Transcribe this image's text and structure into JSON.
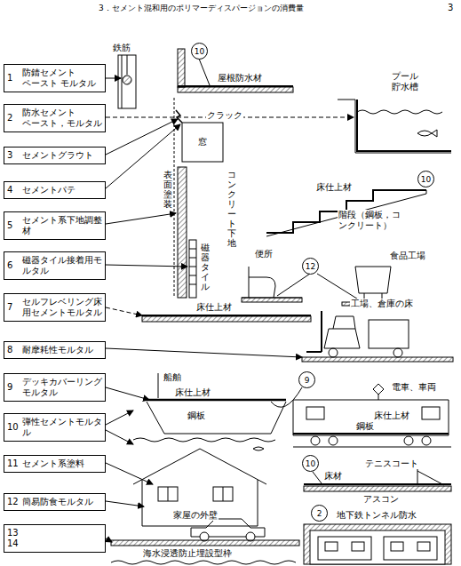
{
  "diagram": {
    "nodes": [
      {
        "text": [
          "1",
          "防錆セメント ペースト モルタル"
        ]
      },
      {
        "text": [
          "2",
          "防水セメント ペースト，モルタル"
        ]
      },
      {
        "text": [
          "3",
          "セメントグラウト"
        ]
      },
      {
        "text": [
          "4",
          "セメントパテ"
        ]
      },
      {
        "text": [
          "5",
          "セメント系下地調整材"
        ]
      },
      {
        "text": [
          "6",
          "磁器タイル接着用モルタル"
        ]
      },
      {
        "text": [
          "7",
          "セルフレベリング床用セメントモルタル"
        ]
      },
      {
        "text": [
          "8",
          "耐摩耗性モルタル"
        ]
      },
      {
        "text": [
          "9",
          "デッキカバーリング モルタル"
        ]
      },
      {
        "text": [
          "10",
          "弾性セメントモルタル"
        ]
      },
      {
        "text": [
          "11",
          "セメント系塗料"
        ]
      },
      {
        "text": [
          "12",
          "簡易防食モルタル"
        ]
      },
      {
        "text": [
          "13",
          "14"
        ]
      },
      {
        "text": [
          "10"
        ]
      },
      {
        "text": [
          "10"
        ]
      },
      {
        "text": [
          "12"
        ]
      },
      {
        "text": [
          "9"
        ]
      },
      {
        "text": [
          "10"
        ]
      },
      {
        "text": [
          "2"
        ]
      }
    ],
    "labels": [
      "3．セメント混和用のポリマーディスパージョンの消費量",
      "3",
      "鉄筋",
      "屋根防水材",
      "プール 貯水槽",
      "クラック",
      "窓",
      "表面塗装",
      "コンクリート下地",
      "磁器タイル",
      "床仕上材",
      "階段（鋼板，コンクリート）",
      "便所",
      "食品工場",
      "床仕上材",
      "工場、倉庫の床",
      "船舶",
      "床仕上材",
      "鋼板",
      "電車、車両",
      "床仕上材",
      "鋼板",
      "床材",
      "テニスコート",
      "アスコン",
      "家屋の外壁",
      "海水浸透防止埋設型枠",
      "地下鉄トンネル防水"
    ]
  }
}
